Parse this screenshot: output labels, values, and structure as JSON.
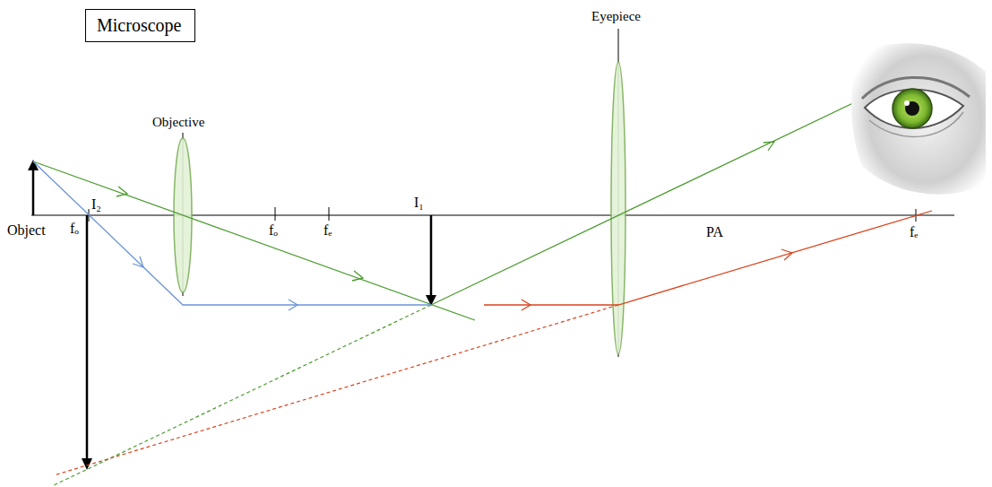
{
  "diagram": {
    "nodes": [
      {
        "text": [
          "Microscope"
        ]
      }
    ],
    "labels": [
      "Objective",
      "Eyepiece",
      "I₂",
      "Object",
      "fₒ",
      "fₒ",
      "fₑ",
      "I₁",
      "PA",
      "fₑ"
    ]
  }
}
